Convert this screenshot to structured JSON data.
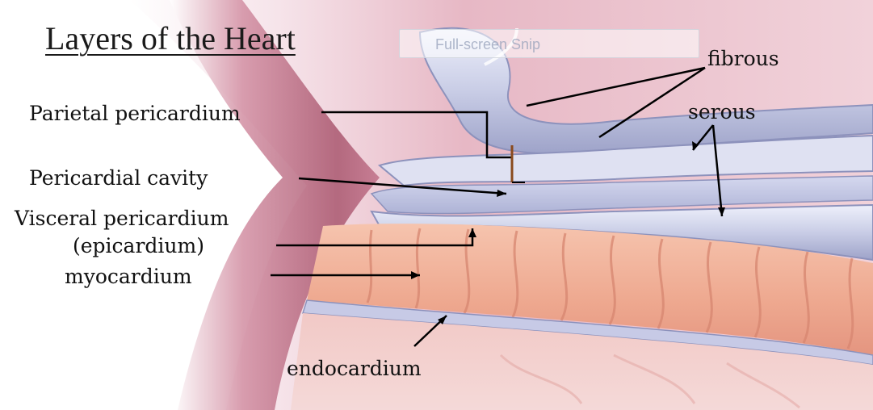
{
  "title": "Layers of the Heart",
  "snip_tooltip": "Full-screen Snip",
  "labels": {
    "parietal_pericardium": "Parietal pericardium",
    "pericardial_cavity": "Pericardial cavity",
    "visceral_pericardium": "Visceral pericardium",
    "epicardium": "(epicardium)",
    "myocardium": "myocardium",
    "endocardium": "endocardium",
    "fibrous": "fibrous",
    "serous": "serous"
  },
  "colors": {
    "tissue_pink": "#e7b8c5",
    "membrane_lavender": "#c9cde6",
    "membrane_highlight": "#eef0fb",
    "muscle_orange": "#eea88f",
    "muscle_dark": "#d78670",
    "arrow": "#000000",
    "bracket": "#8a4a1d"
  }
}
